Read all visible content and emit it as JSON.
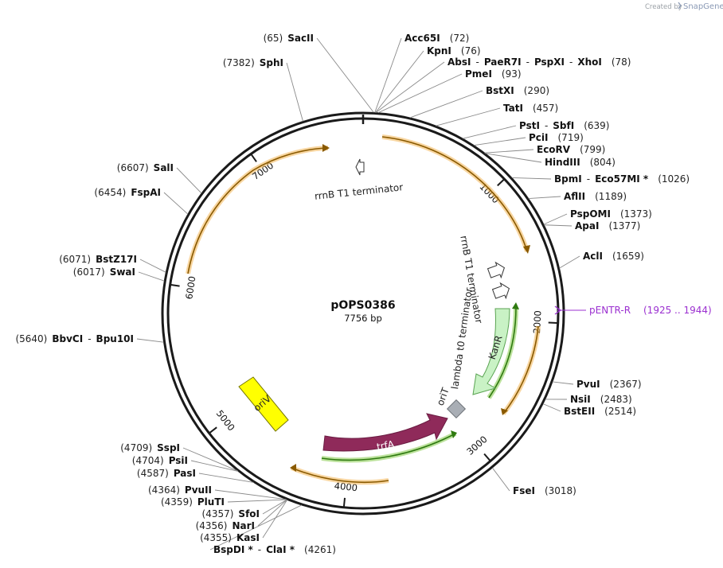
{
  "credit": {
    "prefix": "Created by",
    "brand": "SnapGene"
  },
  "plasmid": {
    "name": "pOPS0386",
    "size_label": "7756 bp",
    "length": 7756
  },
  "colors": {
    "backbone": "#1a1a1a",
    "orange_arrow": "#f2b553",
    "green_arrow": "#8fcf5a",
    "kanr": "#c9f2c5",
    "trfa": "#8f2a5a",
    "oriv": "#ffff00",
    "orit": "#a9aeb5",
    "primer": "#9b30d0"
  },
  "ticks": [
    {
      "pos": 1000,
      "label": "1000"
    },
    {
      "pos": 2000,
      "label": "2000"
    },
    {
      "pos": 3000,
      "label": "3000"
    },
    {
      "pos": 4000,
      "label": "4000"
    },
    {
      "pos": 5000,
      "label": "5000"
    },
    {
      "pos": 6000,
      "label": "6000"
    },
    {
      "pos": 7000,
      "label": "7000"
    }
  ],
  "features": {
    "terminator1": "rrnB T1 terminator",
    "terminator2": "rrnB T1 terminator",
    "terminator3": "lambda t0 terminator",
    "kanr": "KanR",
    "trfa": "trfA",
    "orit": "oriT",
    "oriv": "oriV"
  },
  "primer": {
    "name": "pENTR-R",
    "range": "(1925 .. 1944)",
    "pos": 1934
  },
  "sites": [
    {
      "parts": [
        "SacII"
      ],
      "num": "(65)",
      "pos": 65
    },
    {
      "parts": [
        "Acc65I"
      ],
      "num": "(72)",
      "pos": 72
    },
    {
      "parts": [
        "KpnI"
      ],
      "num": "(76)",
      "pos": 76
    },
    {
      "parts": [
        "AbsI",
        "PaeR7I",
        "PspXI",
        "XhoI"
      ],
      "num": "(78)",
      "pos": 78
    },
    {
      "parts": [
        "PmeI"
      ],
      "num": "(93)",
      "pos": 93
    },
    {
      "parts": [
        "BstXI"
      ],
      "num": "(290)",
      "pos": 290
    },
    {
      "parts": [
        "TatI"
      ],
      "num": "(457)",
      "pos": 457
    },
    {
      "parts": [
        "PstI",
        "SbfI"
      ],
      "num": "(639)",
      "pos": 639
    },
    {
      "parts": [
        "PciI"
      ],
      "num": "(719)",
      "pos": 719
    },
    {
      "parts": [
        "EcoRV"
      ],
      "num": "(799)",
      "pos": 799
    },
    {
      "parts": [
        "HindIII"
      ],
      "num": "(804)",
      "pos": 804
    },
    {
      "parts": [
        "BpmI",
        "Eco57MI *"
      ],
      "num": "(1026)",
      "pos": 1026
    },
    {
      "parts": [
        "AflII"
      ],
      "num": "(1189)",
      "pos": 1189
    },
    {
      "parts": [
        "PspOMI"
      ],
      "num": "(1373)",
      "pos": 1373
    },
    {
      "parts": [
        "ApaI"
      ],
      "num": "(1377)",
      "pos": 1377
    },
    {
      "parts": [
        "AclI"
      ],
      "num": "(1659)",
      "pos": 1659
    },
    {
      "parts": [
        "PvuI"
      ],
      "num": "(2367)",
      "pos": 2367
    },
    {
      "parts": [
        "NsiI"
      ],
      "num": "(2483)",
      "pos": 2483
    },
    {
      "parts": [
        "BstEII"
      ],
      "num": "(2514)",
      "pos": 2514
    },
    {
      "parts": [
        "FseI"
      ],
      "num": "(3018)",
      "pos": 3018
    },
    {
      "parts": [
        "BspDI *",
        "ClaI *"
      ],
      "num": "(4261)",
      "pos": 4261
    },
    {
      "parts": [
        "KasI"
      ],
      "num": "(4355)",
      "pos": 4355
    },
    {
      "parts": [
        "NarI"
      ],
      "num": "(4356)",
      "pos": 4356
    },
    {
      "parts": [
        "SfoI"
      ],
      "num": "(4357)",
      "pos": 4357
    },
    {
      "parts": [
        "PluTI"
      ],
      "num": "(4359)",
      "pos": 4359
    },
    {
      "parts": [
        "PvuII"
      ],
      "num": "(4364)",
      "pos": 4364
    },
    {
      "parts": [
        "PasI"
      ],
      "num": "(4587)",
      "pos": 4587
    },
    {
      "parts": [
        "PsiI"
      ],
      "num": "(4704)",
      "pos": 4704
    },
    {
      "parts": [
        "SspI"
      ],
      "num": "(4709)",
      "pos": 4709
    },
    {
      "parts": [
        "BbvCI",
        "Bpu10I"
      ],
      "num": "(5640)",
      "pos": 5640
    },
    {
      "parts": [
        "SwaI"
      ],
      "num": "(6017)",
      "pos": 6017
    },
    {
      "parts": [
        "BstZ17I"
      ],
      "num": "(6071)",
      "pos": 6071
    },
    {
      "parts": [
        "FspAI"
      ],
      "num": "(6454)",
      "pos": 6454
    },
    {
      "parts": [
        "SalI"
      ],
      "num": "(6607)",
      "pos": 6607
    },
    {
      "parts": [
        "SphI"
      ],
      "num": "(7382)",
      "pos": 7382
    }
  ]
}
